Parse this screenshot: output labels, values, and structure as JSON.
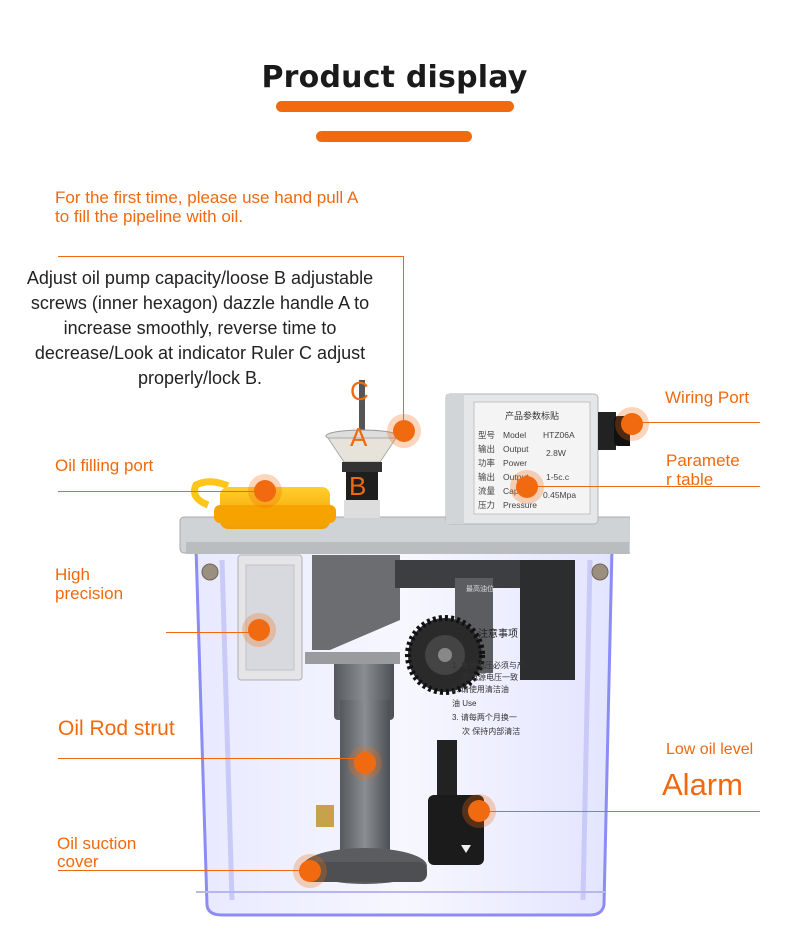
{
  "header": {
    "title": "Product display"
  },
  "notes": {
    "first_use": "For the first time, please use hand pull A to fill the pipeline with oil.",
    "adjust": "Adjust oil pump capacity/loose B adjustable screws (inner hexagon) dazzle handle A to increase smoothly, reverse time to decrease/Look at indicator Ruler C adjust properly/lock B."
  },
  "markers": {
    "a": "A",
    "b": "B",
    "c": "C"
  },
  "labels": {
    "wiring_port": "Wiring Port",
    "parameter_table_1": "Paramete",
    "parameter_table_2": "r table",
    "oil_filling_port": "Oil filling port",
    "high_precision_1": "High",
    "high_precision_2": "precision",
    "oil_rod_strut": "Oil Rod strut",
    "low_oil_level": "Low oil level",
    "alarm": "Alarm",
    "oil_suction_1": "Oil suction",
    "oil_suction_2": "cover"
  },
  "nameplate": {
    "title": "产品参数标贴",
    "rows": [
      [
        "型号",
        "Model",
        "HTZ06A"
      ],
      [
        "输出",
        "Output",
        "2.8W"
      ],
      [
        "功率",
        "Power",
        ""
      ],
      [
        "输出",
        "Output",
        "1-5c.c"
      ],
      [
        "流量",
        "Capacity",
        ""
      ],
      [
        "压力",
        "Pressure",
        "0.45Mpa"
      ]
    ]
  },
  "gauge_label": "最高油位",
  "notice": {
    "title": "注意事项",
    "lines": [
      "1. 电源电压必须与产",
      "品电源电压一致",
      "2. 请使用清洁油",
      "油 Use",
      "3. 请每两个月换一",
      "次 保持内部清洁"
    ]
  },
  "colors": {
    "accent": "#f26a0f",
    "text": "#222222",
    "tank_edge": "#8c8cf5"
  }
}
